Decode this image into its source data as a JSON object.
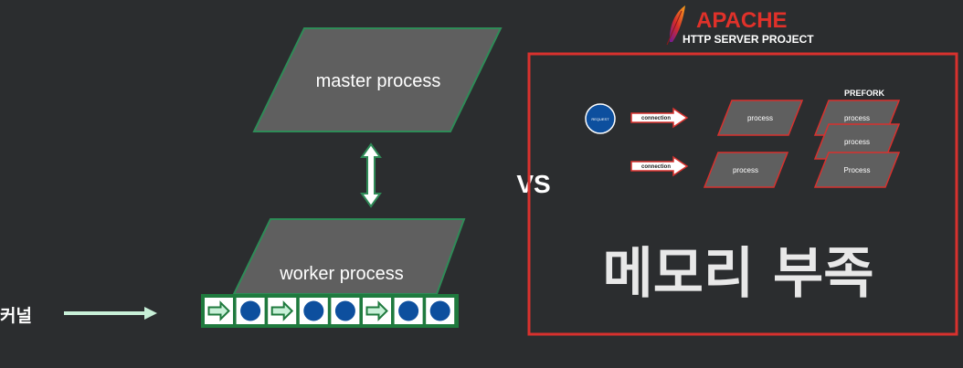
{
  "left": {
    "master_label": "master process",
    "worker_label": "worker process",
    "kernel_label": "커널",
    "queue": [
      "arrow",
      "dot",
      "arrow",
      "dot",
      "dot",
      "arrow",
      "dot",
      "dot"
    ],
    "colors": {
      "shape_fill": "#5f5f5f",
      "border_green": "#2e8b57",
      "queue_bg": "#1f7a3e",
      "dot_blue": "#0d4f9e",
      "arrow_mint": "#c8f0d8"
    }
  },
  "vs_label": "VS",
  "apache": {
    "logo_title": "APACHE",
    "logo_subtitle": "HTTP SERVER PROJECT",
    "prefork_label": "PREFORK",
    "request_label": "REQUEST",
    "connection_labels": [
      "connection",
      "connection"
    ],
    "process_labels_mid": [
      "process",
      "process"
    ],
    "process_labels_right": [
      "process",
      "process",
      "Process"
    ],
    "memory_shortage": "메모리 부족",
    "colors": {
      "box_border": "#d8312e",
      "logo_red": "#e0312a"
    }
  }
}
